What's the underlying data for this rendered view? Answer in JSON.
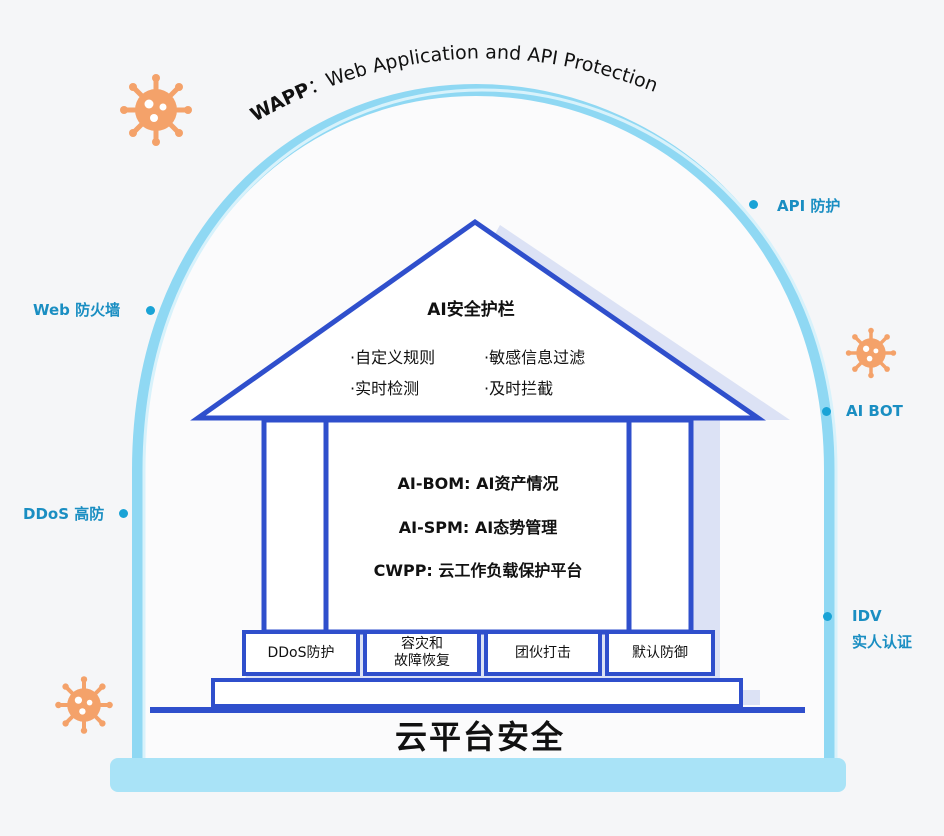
{
  "arc_title": "WAPP：Web Application and API Protection",
  "left_labels": [
    "Web 防火墙",
    "DDoS 高防"
  ],
  "right_labels": [
    "API 防护",
    "AI BOT",
    "IDV",
    "实人认证"
  ],
  "roof": {
    "title": "AI安全护栏",
    "items": [
      "·自定义规则",
      "·敏感信息过滤",
      "·实时检测",
      "·及时拦截"
    ]
  },
  "body_lines": [
    "AI-BOM: AI资产情况",
    "AI-SPM: AI态势管理",
    "CWPP: 云工作负载保护平台"
  ],
  "base_boxes": [
    "DDoS防护",
    "容灾和\n故障恢复",
    "团伙打击",
    "默认防御"
  ],
  "platform_title": "云平台安全",
  "colors": {
    "dome": "#8fd8f3",
    "house_stroke": "#2f4fcc",
    "label_blue": "#1a8ec2",
    "virus_orange": "#f4a26a"
  },
  "icons": [
    "virus-icon",
    "virus-icon",
    "virus-icon"
  ]
}
